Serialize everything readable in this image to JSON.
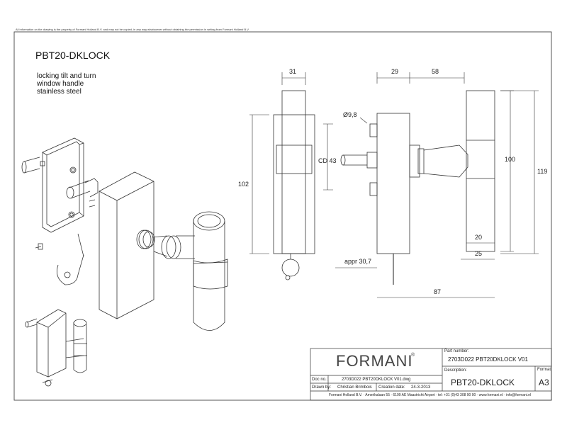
{
  "sheet": {
    "disclaimer": "All information on the drawing is the property of Formani Holland B.V. and may not be copied, in any way whatsoever without obtaining the permission in writing from Formani Holland B.V.",
    "title": "PBT20-DKLOCK",
    "description": [
      "locking tilt and turn",
      "window handle",
      "stainless steel"
    ]
  },
  "dimensions": {
    "front_width": "31",
    "front_height": "102",
    "side_top_left": "29",
    "side_top_right": "58",
    "spindle_dia": "Ø9,8",
    "cd": "CD 43",
    "handle_height": "100",
    "overall_height": "119",
    "grip_20": "20",
    "grip_25": "25",
    "key_approx": "appr 30,7",
    "overall_depth": "87"
  },
  "title_block": {
    "logo": "FORMANI",
    "part_number_label": "Part number:",
    "part_number": "2703D022 PBT20DKLOCK V01",
    "description_label": "Description:",
    "description": "PBT20-DKLOCK",
    "format_label": "Format:",
    "format": "A3",
    "doc_no_label": "Doc no.:",
    "doc_no": "2703D022 PBT20DKLOCK V01.dwg",
    "drawn_by_label": "Drawn by:",
    "drawn_by": "Christian Brimbois",
    "creation_date_label": "Creation date:",
    "creation_date": "24-3-2013",
    "footer": "Formani Holland B.V. · Amerikalaan 55 · 6199 AE Maastricht Airport · tel: +31 (0)43 308 90 00 · www.formani.nl · info@formani.nl"
  }
}
